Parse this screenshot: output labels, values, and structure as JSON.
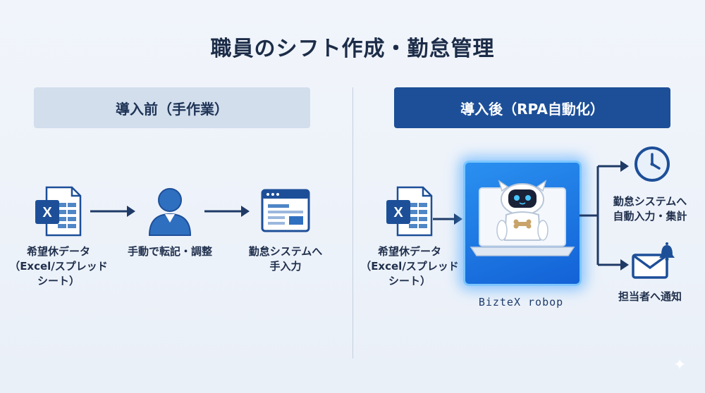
{
  "title": "職員のシフト作成・勤怠管理",
  "before": {
    "header": "導入前（手作業）",
    "steps": [
      {
        "icon": "excel-spreadsheet-icon",
        "label_lines": [
          "希望休データ",
          "（Excel/スプレッド",
          "シート）"
        ]
      },
      {
        "icon": "person-icon",
        "label_lines": [
          "手動で転記・調整"
        ]
      },
      {
        "icon": "browser-window-icon",
        "label_lines": [
          "勤怠システムへ",
          "手入力"
        ]
      }
    ]
  },
  "after": {
    "header": "導入後（RPA自動化）",
    "source": {
      "icon": "excel-spreadsheet-icon",
      "label_lines": [
        "希望休データ",
        "（Excel/スプレッド",
        "シート）"
      ]
    },
    "robot": {
      "icon": "robot-laptop-icon",
      "brand": "BizteX robop"
    },
    "outputs": [
      {
        "icon": "clock-icon",
        "label_lines": [
          "勤怠システムへ",
          "自動入力・集計"
        ]
      },
      {
        "icon": "mail-bell-icon",
        "label_lines": [
          "担当者へ通知"
        ]
      }
    ]
  },
  "colors": {
    "primary": "#1d4f98",
    "accent": "#2a90f0",
    "light_header": "#d2deec",
    "text": "#1c2c48"
  }
}
